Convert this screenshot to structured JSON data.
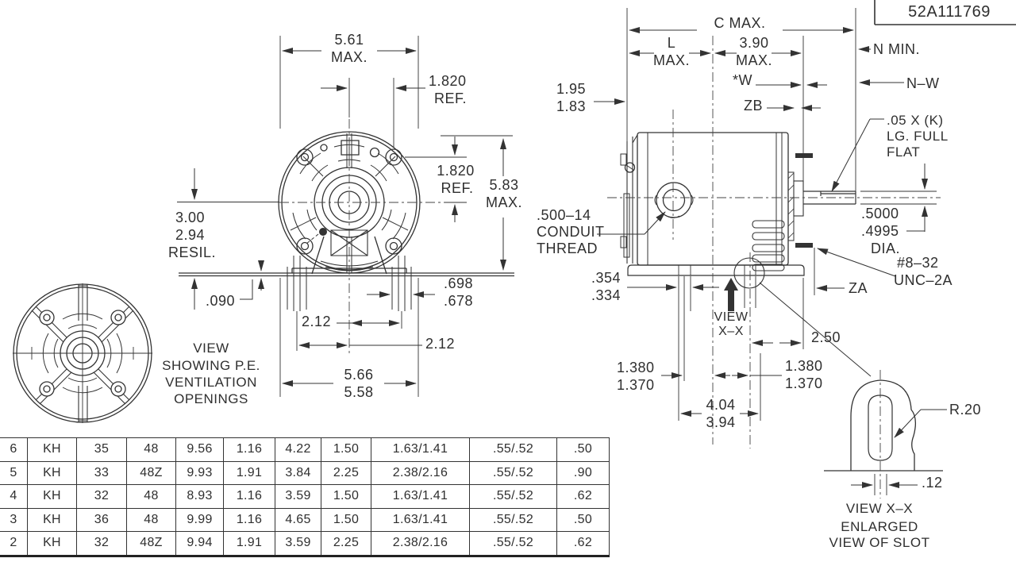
{
  "title_block": {
    "part_number": "52A111769"
  },
  "front_view": {
    "dim_561": [
      "5.61",
      "MAX."
    ],
    "dim_1820_top": [
      "1.820",
      "REF."
    ],
    "dim_300": [
      "3.00",
      "2.94",
      "RESIL."
    ],
    "dim_1820_side": [
      "1.820",
      "REF."
    ],
    "dim_583": [
      "5.83",
      "MAX."
    ],
    "dim_090": ".090",
    "dim_698": [
      ".698",
      ".678"
    ],
    "dim_212_upper": "2.12",
    "dim_212_lower": "2.12",
    "dim_566": [
      "5.66",
      "5.58"
    ],
    "caption": [
      "VIEW",
      "SHOWING P.E.",
      "VENTILATION",
      "OPENINGS"
    ]
  },
  "side_view": {
    "dim_c": "C MAX.",
    "dim_l": [
      "L",
      "MAX."
    ],
    "dim_390": [
      "3.90",
      "MAX."
    ],
    "dim_n": "N MIN.",
    "dim_w": "*W",
    "dim_nw": "N–W",
    "dim_zb": "ZB",
    "dim_195": [
      "1.95",
      "1.83"
    ],
    "flat_note": [
      ".05 X (K)",
      "LG. FULL",
      "FLAT"
    ],
    "conduit_note": [
      ".500–14",
      "CONDUIT",
      "THREAD"
    ],
    "shaft_dia": [
      ".5000",
      ".4995",
      "DIA."
    ],
    "stud_note": [
      "#8–32",
      "UNC–2A"
    ],
    "dim_za": "ZA",
    "dim_354": [
      ".354",
      ".334"
    ],
    "view_label": [
      "VIEW",
      "X–X"
    ],
    "dim_250": "2.50",
    "dim_1380_left": [
      "1.380",
      "1.370"
    ],
    "dim_1380_right": [
      "1.380",
      "1.370"
    ],
    "dim_404": [
      "4.04",
      "3.94"
    ]
  },
  "slot_view": {
    "dim_r20": "R.20",
    "dim_12": ".12",
    "caption": [
      "VIEW X–X",
      "ENLARGED",
      "VIEW OF SLOT"
    ]
  },
  "table": {
    "rows": [
      [
        "6",
        "KH",
        "35",
        "48",
        "9.56",
        "1.16",
        "4.22",
        "1.50",
        "1.63/1.41",
        ".55/.52",
        ".50"
      ],
      [
        "5",
        "KH",
        "33",
        "48Z",
        "9.93",
        "1.91",
        "3.84",
        "2.25",
        "2.38/2.16",
        ".55/.52",
        ".90"
      ],
      [
        "4",
        "KH",
        "32",
        "48",
        "8.93",
        "1.16",
        "3.59",
        "1.50",
        "1.63/1.41",
        ".55/.52",
        ".62"
      ],
      [
        "3",
        "KH",
        "36",
        "48",
        "9.99",
        "1.16",
        "4.65",
        "1.50",
        "1.63/1.41",
        ".55/.52",
        ".50"
      ],
      [
        "2",
        "KH",
        "32",
        "48Z",
        "9.94",
        "1.91",
        "3.59",
        "2.25",
        "2.38/2.16",
        ".55/.52",
        ".62"
      ]
    ]
  },
  "colors": {
    "line": "#333333",
    "background": "#ffffff"
  }
}
